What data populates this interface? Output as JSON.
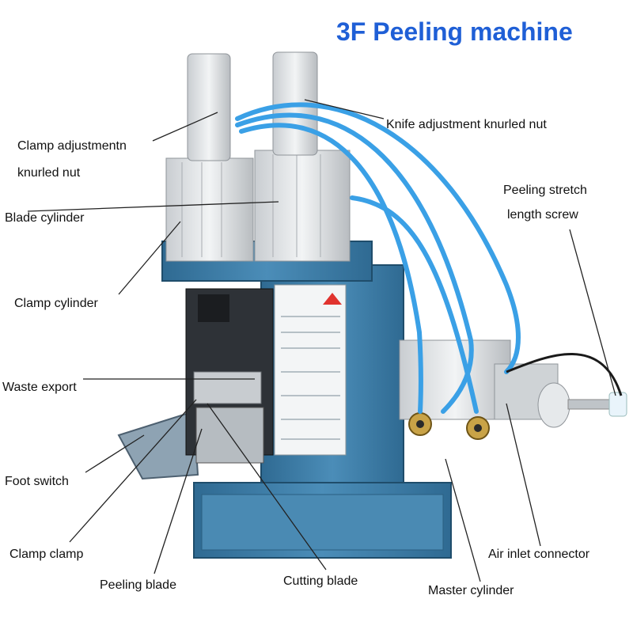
{
  "title": "3F Peeling machine",
  "labels": {
    "clamp_adjustment_line1": "Clamp adjustmentn",
    "clamp_adjustment_line2": "knurled nut",
    "knife_adjustment": "Knife adjustment knurled nut",
    "blade_cylinder": "Blade cylinder",
    "peeling_stretch_line1": "Peeling stretch",
    "peeling_stretch_line2": "length screw",
    "clamp_cylinder": "Clamp cylinder",
    "waste_export": "Waste export",
    "foot_switch": "Foot switch",
    "clamp_clamp": "Clamp clamp",
    "peeling_blade": "Peeling blade",
    "cutting_blade": "Cutting blade",
    "master_cylinder": "Master cylinder",
    "air_inlet_connector": "Air inlet connector"
  },
  "colors": {
    "title": "#1f5fd6",
    "machine_body": "#3f7fa8",
    "tubing": "#3aa0e6",
    "aluminium": "#d9dde0",
    "label_text": "#111111",
    "leader_line": "#222222"
  }
}
